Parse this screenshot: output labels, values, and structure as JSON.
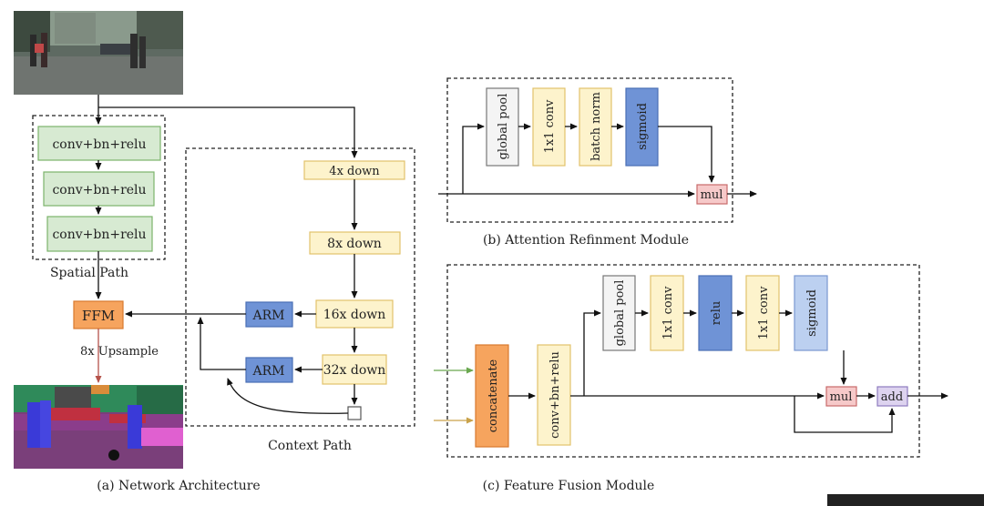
{
  "spatial_path": {
    "blocks": [
      "conv+bn+relu",
      "conv+bn+relu",
      "conv+bn+relu"
    ],
    "caption": "Spatial Path"
  },
  "context_path": {
    "blocks": [
      "4x down",
      "8x down",
      "16x down",
      "32x down"
    ],
    "arm": [
      "ARM",
      "ARM"
    ],
    "caption": "Context Path"
  },
  "ffm": {
    "label": "FFM",
    "upsample": "8x Upsample"
  },
  "captions": {
    "a": "(a) Network Architecture",
    "b": "(b) Attention Refinment Module",
    "c": "(c) Feature Fusion Module"
  },
  "arm_module": {
    "blocks": [
      "global pool",
      "1x1 conv",
      "batch norm",
      "sigmoid"
    ],
    "mul": "mul"
  },
  "ffm_module": {
    "concat": "concatenate",
    "conv": "conv+bn+relu",
    "blocks": [
      "global pool",
      "1x1 conv",
      "relu",
      "1x1 conv",
      "sigmoid"
    ],
    "mul": "mul",
    "add": "add"
  }
}
